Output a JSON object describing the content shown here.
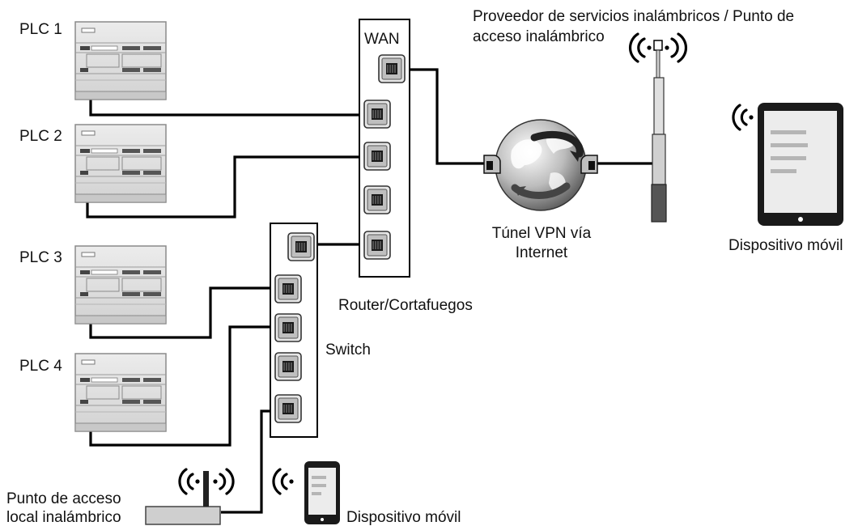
{
  "plcs": [
    {
      "label": "PLC 1"
    },
    {
      "label": "PLC 2"
    },
    {
      "label": "PLC 3"
    },
    {
      "label": "PLC 4"
    }
  ],
  "router": {
    "wan_label": "WAN",
    "label": "Router/Cortafuegos"
  },
  "switch": {
    "label": "Switch"
  },
  "vpn": {
    "line1": "Túnel VPN vía",
    "line2": "Internet"
  },
  "provider": {
    "line1": "Proveedor de servicios inalámbricos / Punto de",
    "line2": "acceso inalámbrico"
  },
  "mobile_remote": {
    "label": "Dispositivo móvil"
  },
  "mobile_local": {
    "label": "Dispositivo móvil"
  },
  "local_ap": {
    "line1": "Punto de acceso",
    "line2": "local inalámbrico"
  },
  "wireless_symbol": "((·))"
}
